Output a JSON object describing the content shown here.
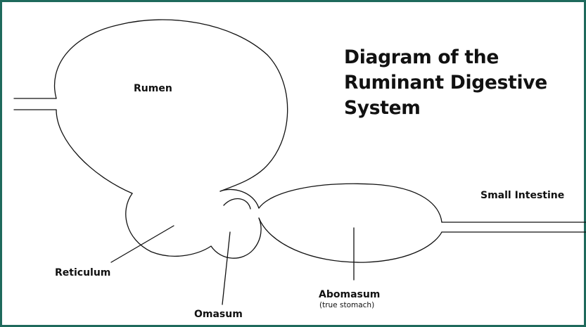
{
  "title": {
    "lines": [
      "Diagram of the",
      "Ruminant Digestive",
      "System"
    ]
  },
  "labels": {
    "rumen": "Rumen",
    "reticulum": "Reticulum",
    "omasum": "Omasum",
    "abomasum": "Abomasum",
    "abomasum_note": "(true stomach)",
    "small_intestine": "Small Intestine"
  },
  "colors": {
    "border": "#1e6a5c",
    "stroke": "#111111",
    "text": "#111111"
  }
}
